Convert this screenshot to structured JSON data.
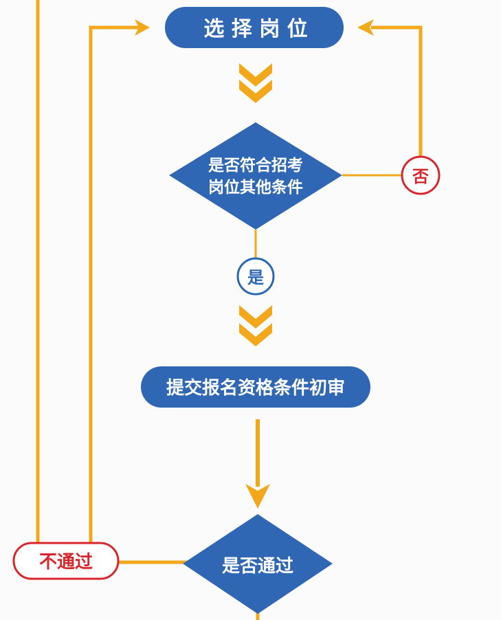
{
  "nodes": {
    "select_position": "选 择 岗 位",
    "check_conditions_line1": "是否符合招考",
    "check_conditions_line2": "岗位其他条件",
    "submit_review": "提交报名资格条件初审",
    "passed_check": "是否通过"
  },
  "badges": {
    "no": "否",
    "yes": "是",
    "not_passed": "不通过"
  },
  "colors": {
    "node_blue": "#2f67b4",
    "line_orange": "#f3a81c",
    "badge_red": "#d7262c",
    "badge_blue": "#2b66b6"
  }
}
